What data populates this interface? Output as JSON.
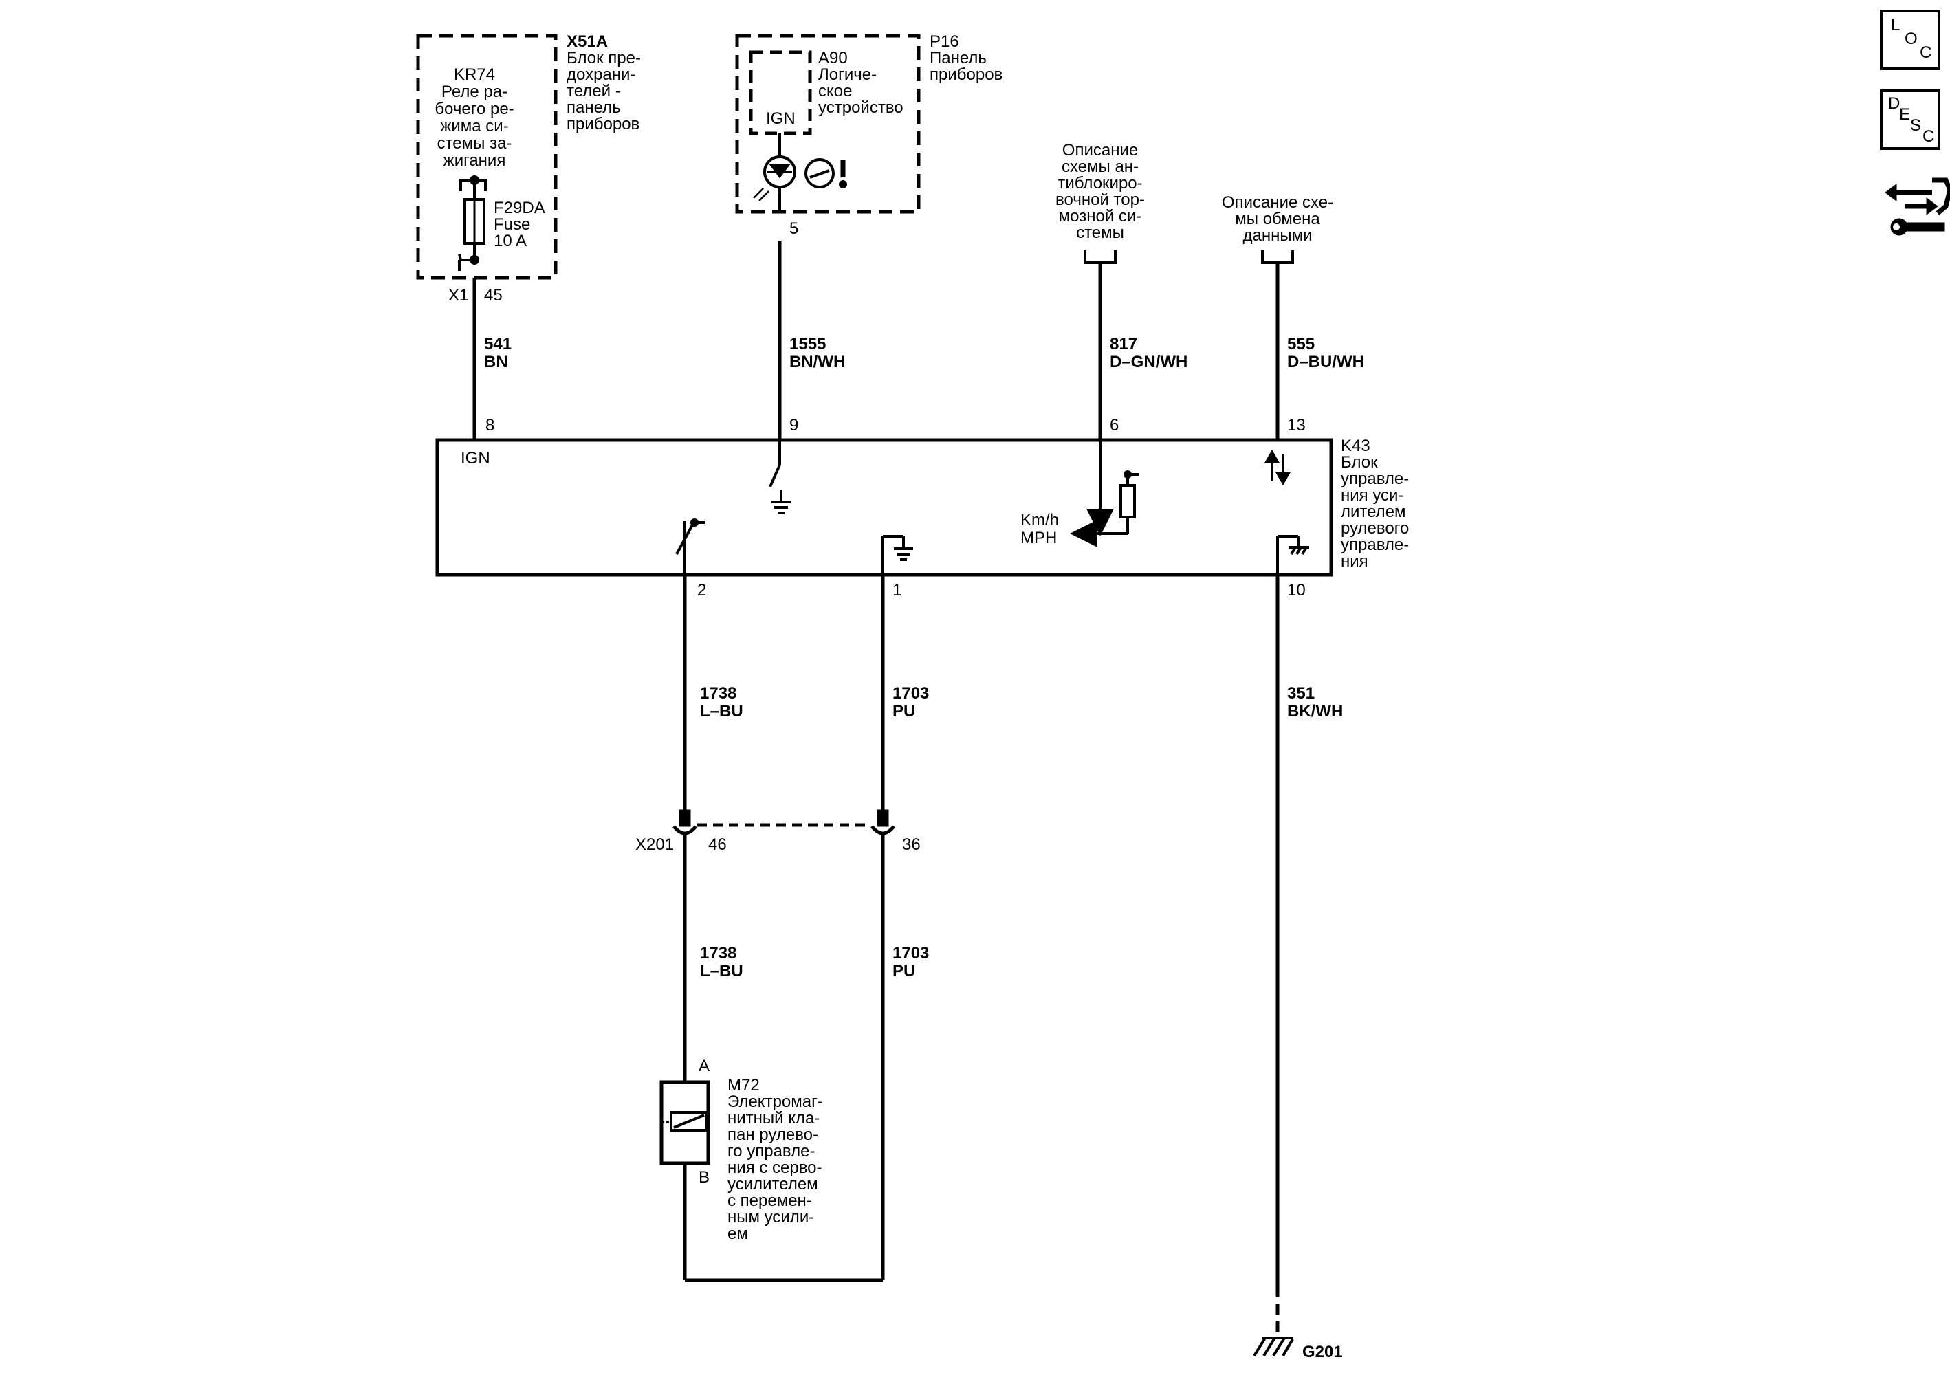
{
  "fuse_block": {
    "id": "X51A",
    "desc": [
      "Блок пре-",
      "дохрани-",
      "телей -",
      "панель",
      "приборов"
    ],
    "relay_id": "KR74",
    "relay_desc": [
      "Реле ра-",
      "бочего ре-",
      "жима си-",
      "стемы за-",
      "жигания"
    ],
    "fuse_id": "F29DA",
    "fuse_desc": [
      "Fuse",
      "10 A"
    ],
    "connector": "X1",
    "pin": "45"
  },
  "cluster": {
    "id": "P16",
    "desc": [
      "Панель",
      "приборов"
    ],
    "logic_id": "A90",
    "logic_desc": [
      "Логиче-",
      "ское",
      "устройство"
    ],
    "ign_label": "IGN",
    "pin": "5"
  },
  "abs_ref": [
    "Описание",
    "схемы ан-",
    "тиблокиро-",
    "вочной тор-",
    "мозной си-",
    "стемы"
  ],
  "data_ref": [
    "Описание схе-",
    "мы обмена",
    "данными"
  ],
  "wires": {
    "w541": {
      "circuit": "541",
      "color": "BN"
    },
    "w1555": {
      "circuit": "1555",
      "color": "BN/WH"
    },
    "w817": {
      "circuit": "817",
      "color": "D–GN/WH"
    },
    "w555": {
      "circuit": "555",
      "color": "D–BU/WH"
    },
    "w1738a": {
      "circuit": "1738",
      "color": "L–BU"
    },
    "w1703a": {
      "circuit": "1703",
      "color": "PU"
    },
    "w351": {
      "circuit": "351",
      "color": "BK/WH"
    },
    "w1738b": {
      "circuit": "1738",
      "color": "L–BU"
    },
    "w1703b": {
      "circuit": "1703",
      "color": "PU"
    }
  },
  "module": {
    "id": "K43",
    "desc": [
      "Блок",
      "управле-",
      "ния уси-",
      "лителем",
      "рулевого",
      "управле-",
      "ния"
    ],
    "ign_label": "IGN",
    "speed_label": [
      "Km/h",
      "MPH"
    ],
    "pins_top": {
      "p8": "8",
      "p9": "9",
      "p6": "6",
      "p13": "13"
    },
    "pins_bottom": {
      "p2": "2",
      "p1": "1",
      "p10": "10"
    }
  },
  "inline_connector": {
    "id": "X201",
    "pin_a": "46",
    "pin_b": "36"
  },
  "solenoid": {
    "id": "M72",
    "desc": [
      "Электромаг-",
      "нитный кла-",
      "пан рулево-",
      "го управле-",
      "ния с серво-",
      "усилителем",
      "с перемен-",
      "ным усили-",
      "ем"
    ],
    "pin_a": "A",
    "pin_b": "B"
  },
  "ground": {
    "id": "G201"
  },
  "side_icons": {
    "loc": {
      "l1": "L",
      "l2": "O",
      "l3": "C"
    },
    "desc": {
      "l1": "D",
      "l2": "E",
      "l3": "S",
      "l4": "C"
    }
  }
}
